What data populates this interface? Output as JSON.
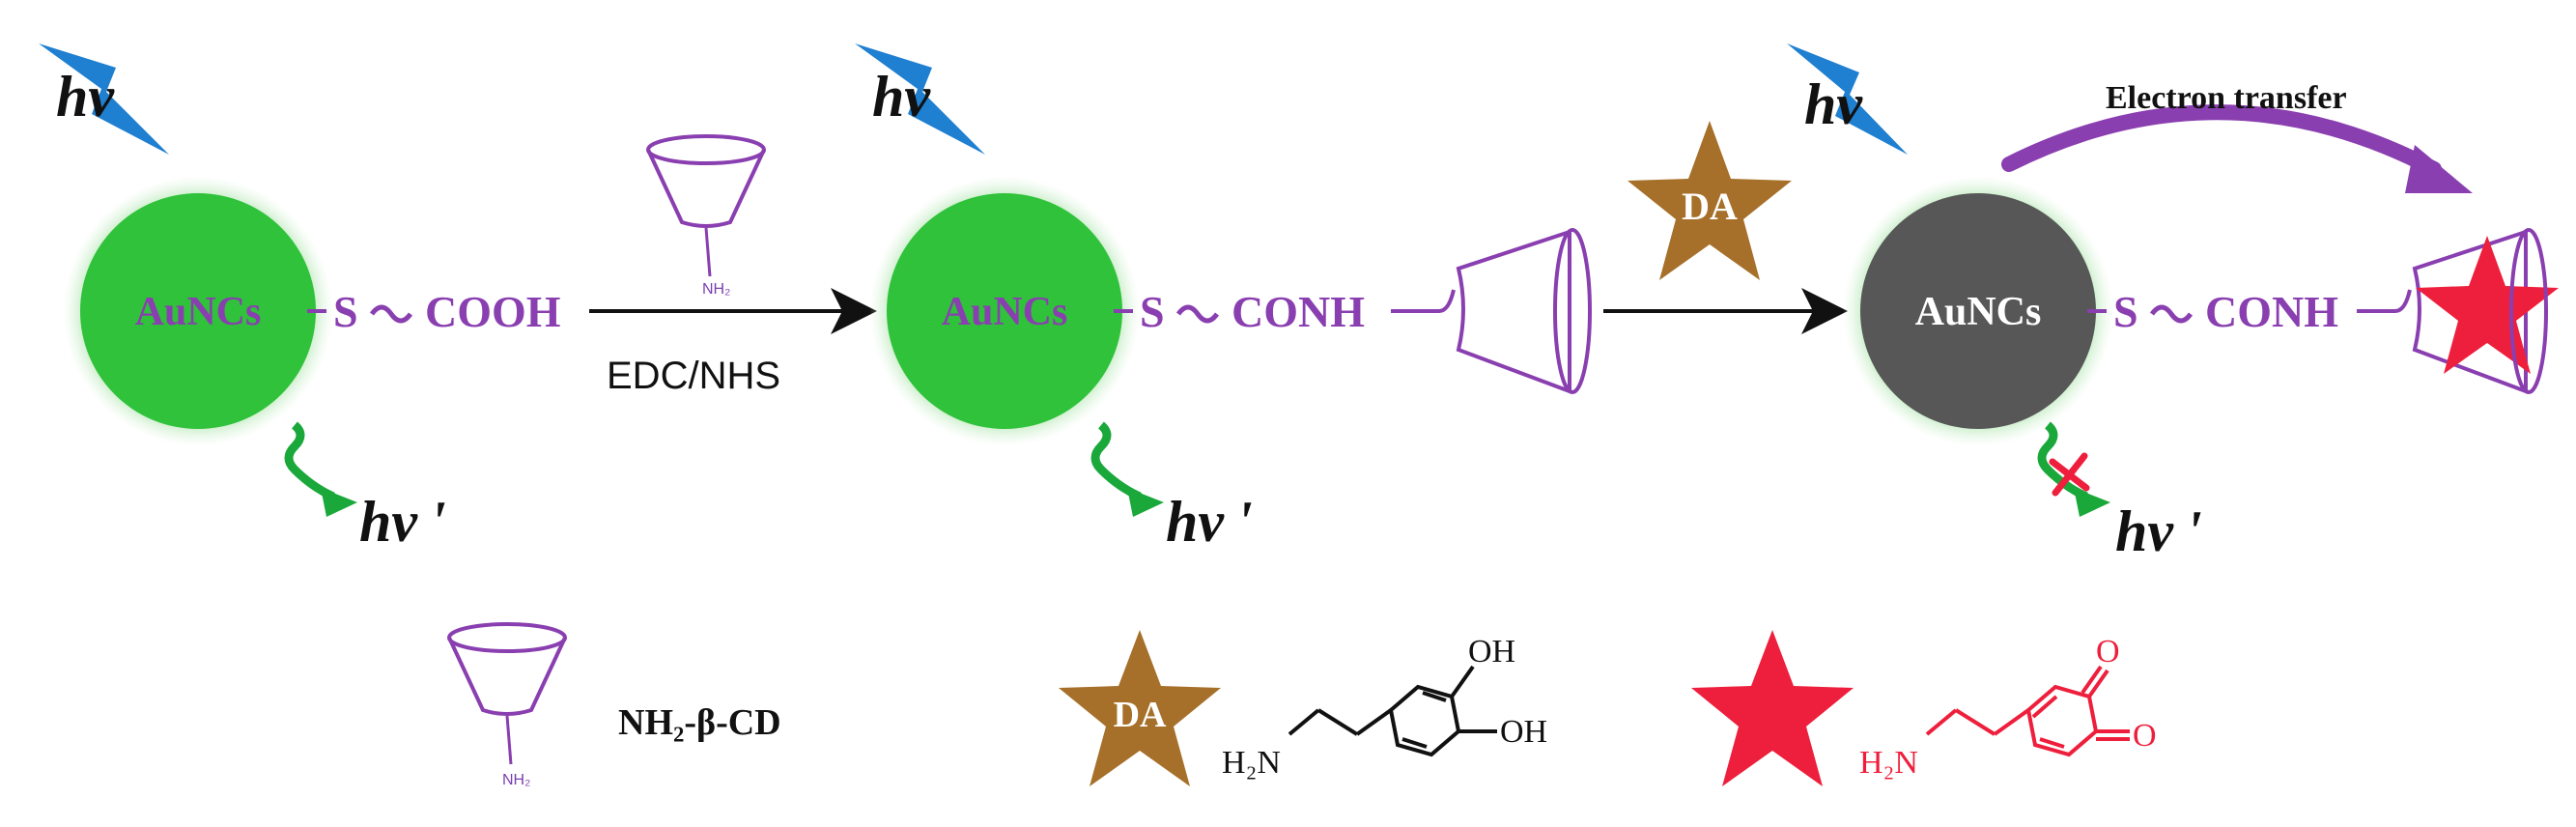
{
  "colors": {
    "nc_green": "#2fc23a",
    "nc_grey": "#575757",
    "label_purple": "#8a3fb0",
    "lightning_blue": "#1f7fd0",
    "emission_green": "#1aa83a",
    "star_brown": "#a6702a",
    "star_red": "#ee1f3c",
    "text_black": "#111111",
    "quinone_red": "#ee1f3c"
  },
  "stage1": {
    "core_label": "AuNCs",
    "hv_in": "hv",
    "chain": "S",
    "group": "COOH",
    "hv_out": "hv",
    "hv_out_prime": "'"
  },
  "reaction1": {
    "reagent_label": "EDC/NHS",
    "cd_amine": "NH₂"
  },
  "stage2": {
    "core_label": "AuNCs",
    "hv_in": "hv",
    "chain": "S",
    "group": "CONH",
    "hv_out": "hv",
    "hv_out_prime": "'"
  },
  "reaction2": {
    "star_label": "DA"
  },
  "stage3": {
    "core_label": "AuNCs",
    "hv_in": "hv",
    "chain": "S",
    "group": "CONH",
    "transfer_label": "Electron transfer",
    "hv_out": "hv",
    "hv_out_prime": "'"
  },
  "legend": {
    "cd_amine": "NH₂",
    "cd_label": "NH₂-β-CD",
    "da_star": "DA",
    "da_oh1": "OH",
    "da_oh2": "OH",
    "da_amine": "H₂N",
    "q_o1": "O",
    "q_o2": "O",
    "q_amine": "H₂N"
  }
}
